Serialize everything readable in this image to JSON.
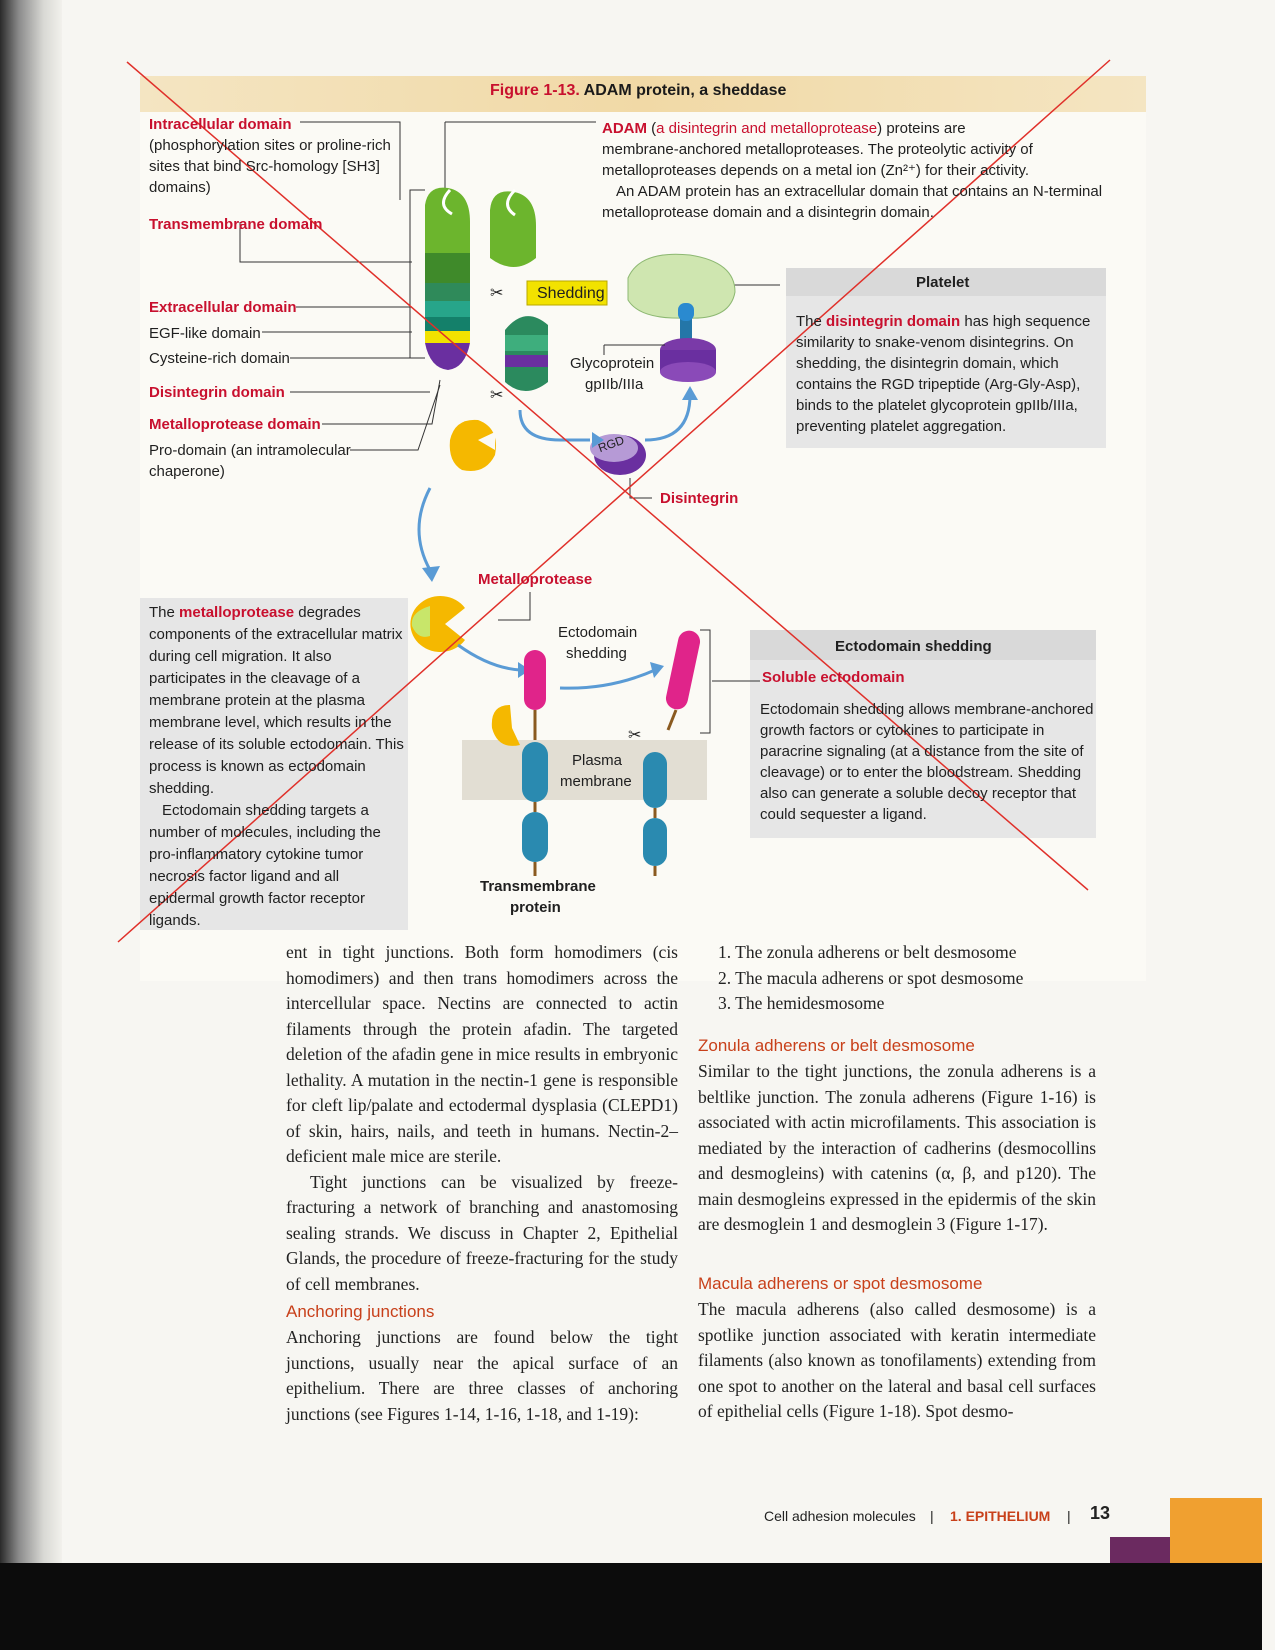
{
  "figure": {
    "number": "Figure 1-13.",
    "title": "ADAM protein, a sheddase",
    "left_labels": {
      "intracellular": "Intracellular domain",
      "intracellular_desc_1": "(phosphorylation sites or proline-rich",
      "intracellular_desc_2": "sites that bind Src-homology [SH3]",
      "intracellular_desc_3": "domains)",
      "transmembrane": "Transmembrane domain",
      "extracellular": "Extracellular domain",
      "egf": "EGF-like domain",
      "cysteine": "Cysteine-rich domain",
      "disintegrin": "Disintegrin domain",
      "metalloprotease": "Metalloprotease domain",
      "prodomain_1": "Pro-domain (an intramolecular",
      "prodomain_2": "chaperone)"
    },
    "adam_text": {
      "line1_a": "ADAM",
      "line1_b": "(",
      "line1_c": "a disintegrin and metalloprotease",
      "line1_d": ") proteins are",
      "line2": "membrane-anchored metalloproteases. The proteolytic activity of",
      "line3": "metalloproteases depends on a metal ion (Zn²⁺) for their activity.",
      "line4": "An ADAM protein has an extracellular domain that contains an N-terminal",
      "line5": "metalloprotease domain and a disintegrin domain."
    },
    "shedding": "Shedding",
    "glycoprotein_1": "Glycoprotein",
    "glycoprotein_2": "gpIIb/IIIa",
    "rgd": "RGD",
    "disintegrin_label": "Disintegrin",
    "platelet_box": {
      "title": "Platelet",
      "line1_a": "The",
      "line1_b": "disintegrin domain",
      "line1_c": "has high sequence",
      "line2": "similarity to snake-venom disintegrins. On",
      "line3": "shedding, the disintegrin domain, which",
      "line4": "contains the RGD tripeptide (Arg-Gly-Asp),",
      "line5": "binds to the platelet glycoprotein gpIIb/IIIa,",
      "line6": "preventing platelet aggregation."
    },
    "metalloprotease_label": "Metalloprotease",
    "metallo_box": {
      "line1_a": "The",
      "line1_b": "metalloprotease",
      "line1_c": "degrades",
      "line2": "components of the extracellular matrix",
      "line3": "during cell migration. It also",
      "line4": "participates in the cleavage of a",
      "line5": "membrane protein at the plasma",
      "line6": "membrane level, which results in the",
      "line7": "release of its soluble ectodomain. This",
      "line8": "process is known as ectodomain",
      "line9": "shedding.",
      "line10": "Ectodomain shedding targets a",
      "line11": "number of molecules, including the",
      "line12": "pro-inflammatory cytokine tumor",
      "line13": "necrosis factor ligand and all",
      "line14": "epidermal growth factor receptor",
      "line15": "ligands."
    },
    "ectodomain_shedding_1": "Ectodomain",
    "ectodomain_shedding_2": "shedding",
    "plasma_1": "Plasma",
    "plasma_2": "membrane",
    "transmembrane_protein_1": "Transmembrane",
    "transmembrane_protein_2": "protein",
    "ecto_box": {
      "title": "Ectodomain shedding",
      "soluble": "Soluble ectodomain",
      "line1": "Ectodomain shedding allows membrane-anchored",
      "line2": "growth factors or cytokines to participate in",
      "line3": "paracrine signaling (at a distance from the site of",
      "line4": "cleavage) or to enter the bloodstream. Shedding",
      "line5": "also can generate a soluble decoy receptor that",
      "line6": "could sequester a ligand."
    }
  },
  "left_column": {
    "p1": "ent in tight junctions. Both form homodimers (cis homodimers) and then trans homodimers across the intercellular space. Nectins are connected to actin filaments through the protein afadin. The targeted deletion of the afadin gene in mice results in embryonic lethality. A mutation in the nectin-1 gene is responsible for cleft lip/palate and ectodermal dysplasia (CLEPD1) of skin, hairs, nails, and teeth in humans. Nectin-2–deficient male mice are sterile.",
    "p2": "Tight junctions can be visualized by freeze-fracturing a network of branching and anastomosing sealing strands. We discuss in Chapter 2, Epithelial Glands, the procedure of freeze-fracturing for the study of cell membranes.",
    "heading_anchoring": "Anchoring junctions",
    "p3": "Anchoring junctions are found below the tight junctions, usually near the apical surface of an epithelium. There are three classes of anchoring junctions (see Figures 1-14, 1-16, 1-18, and 1-19):"
  },
  "right_column": {
    "list": [
      "1. The zonula adherens or belt desmosome",
      "2. The macula adherens or spot desmosome",
      "3. The hemidesmosome"
    ],
    "heading_zonula": "Zonula adherens or belt desmosome",
    "p_zonula": "Similar to the tight junctions, the zonula adherens is a beltlike junction. The zonula adherens (Figure 1-16) is associated with actin microfilaments. This association is mediated by the interaction of cadherins (desmocollins and desmogleins) with catenins (α, β, and p120). The main desmogleins expressed in the epidermis of the skin are desmoglein 1 and desmoglein 3 (Figure 1-17).",
    "heading_macula": "Macula adherens or spot desmosome",
    "p_macula": "The macula adherens (also called desmosome) is a spotlike junction associated with keratin intermediate filaments (also known as tonofilaments) extending from one spot to another on the lateral and basal cell surfaces of epithelial cells (Figure 1-18). Spot desmo-"
  },
  "footer": {
    "section": "Cell adhesion molecules",
    "sep": "|",
    "chapter": "1. EPITHELIUM",
    "page": "13"
  },
  "colors": {
    "accent_red": "#c8102e",
    "heading_orange": "#c8401a",
    "tab_orange": "#f0a030"
  }
}
